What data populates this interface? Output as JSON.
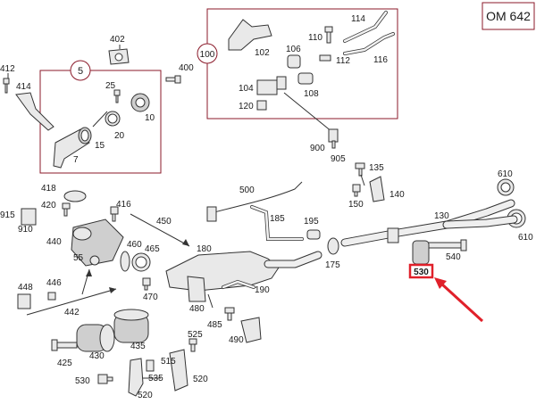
{
  "title_box": {
    "text": "OM 642"
  },
  "groups": {
    "g5": "5",
    "g100": "100"
  },
  "highlight": {
    "text": "530",
    "color": "#e0202a"
  },
  "arrow": {
    "color": "#e0202a"
  },
  "labels": {
    "l412": "412",
    "l414": "414",
    "l402": "402",
    "l400": "400",
    "l25": "25",
    "l10": "10",
    "l20": "20",
    "l15": "15",
    "l7": "7",
    "l102": "102",
    "l110": "110",
    "l114": "114",
    "l106": "106",
    "l112": "112",
    "l116": "116",
    "l104": "104",
    "l108": "108",
    "l120": "120",
    "l900": "900",
    "l905": "905",
    "l135": "135",
    "l140": "140",
    "l150": "150",
    "l610a": "610",
    "l610b": "610",
    "l130": "130",
    "l540": "540",
    "l418": "418",
    "l420": "420",
    "l416": "416",
    "l915": "915",
    "l910": "910",
    "l440": "440",
    "l55": "55",
    "l450": "450",
    "l460": "460",
    "l465": "465",
    "l180": "180",
    "l500": "500",
    "l185": "185",
    "l195": "195",
    "l175": "175",
    "l448": "448",
    "l446": "446",
    "l442": "442",
    "l470": "470",
    "l480": "480",
    "l190": "190",
    "l485": "485",
    "l490": "490",
    "l425": "425",
    "l430": "430",
    "l435": "435",
    "l525": "525",
    "l515": "515",
    "l530b": "530",
    "l535": "535",
    "l520a": "520",
    "l520b": "520"
  }
}
